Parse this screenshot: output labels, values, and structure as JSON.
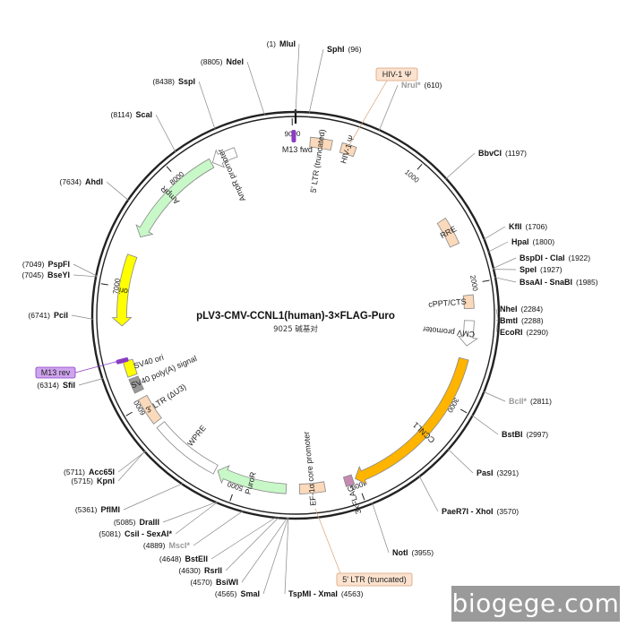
{
  "plasmid": {
    "name": "pLV3-CMV-CCNL1(human)-3×FLAG-Puro",
    "size_label": "9025 碱基对",
    "length": 9025
  },
  "colors": {
    "backbone": "#222222",
    "marker": "#ffb400",
    "ori": "#ffff00",
    "amp": "#c8f7c8",
    "ltr": "#fbd9bb",
    "flag": "#c48ab4",
    "primer": "#8a3cc4",
    "primer_box": "#cfa4ee",
    "gray_feature": "#999999"
  },
  "ticks": [
    {
      "pos": 1000,
      "label": "1000"
    },
    {
      "pos": 2000,
      "label": "2000"
    },
    {
      "pos": 3000,
      "label": "3000"
    },
    {
      "pos": 4000,
      "label": "4000"
    },
    {
      "pos": 5000,
      "label": "5000"
    },
    {
      "pos": 6000,
      "label": "6000"
    },
    {
      "pos": 7000,
      "label": "7000"
    },
    {
      "pos": 8000,
      "label": "8000"
    },
    {
      "pos": 9000,
      "label": "9000"
    }
  ],
  "features": [
    {
      "id": "ltr5",
      "label": "5' LTR (truncated)",
      "start": 120,
      "end": 300,
      "type": "box",
      "color": "#fbd9bb"
    },
    {
      "id": "hiv_psi",
      "label": "HIV-1 Ψ",
      "start": 380,
      "end": 500,
      "type": "box",
      "color": "#fbd9bb"
    },
    {
      "id": "rre",
      "label": "RRE",
      "start": 1430,
      "end": 1660,
      "type": "box",
      "color": "#fbd9bb"
    },
    {
      "id": "cppt",
      "label": "cPPT/CTS",
      "start": 2090,
      "end": 2200,
      "type": "box",
      "color": "#fbd9bb"
    },
    {
      "id": "cmv",
      "label": "CMV promoter",
      "start": 2300,
      "end": 2510,
      "type": "arrow",
      "dir": 1,
      "color": "#ffffff"
    },
    {
      "id": "ccnl1",
      "label": "CCNL1",
      "start": 2620,
      "end": 4010,
      "type": "arrow",
      "dir": 1,
      "color": "#ffb400"
    },
    {
      "id": "flag",
      "label": "3xFLAG",
      "start": 4030,
      "end": 4100,
      "type": "box",
      "color": "#c48ab4"
    },
    {
      "id": "ef1a",
      "label": "EF-1α core promoter",
      "start": 4270,
      "end": 4480,
      "type": "box",
      "color": "#fbd9bb"
    },
    {
      "id": "puror",
      "label": "PuroR",
      "start": 4590,
      "end": 5180,
      "type": "arrow",
      "dir": 1,
      "color": "#c8f7c8"
    },
    {
      "id": "wpre",
      "label": "WPRE",
      "start": 5200,
      "end": 5790,
      "type": "box",
      "color": "#ffffff"
    },
    {
      "id": "ltr3",
      "label": "3' LTR (ΔU3)",
      "start": 5830,
      "end": 6060,
      "type": "box",
      "color": "#fbd9bb"
    },
    {
      "id": "polyA",
      "label": "SV40 poly(A) signal",
      "start": 6120,
      "end": 6240,
      "type": "box",
      "color": "#999999"
    },
    {
      "id": "sv40ori",
      "label": "SV40 ori",
      "start": 6260,
      "end": 6390,
      "type": "box",
      "color": "#ffff00"
    },
    {
      "id": "ori",
      "label": "ori",
      "start": 6680,
      "end": 7270,
      "type": "arrow",
      "dir": -1,
      "color": "#ffff00"
    },
    {
      "id": "ampr",
      "label": "AmpR",
      "start": 7440,
      "end": 8300,
      "type": "arrow",
      "dir": -1,
      "color": "#c8f7c8"
    },
    {
      "id": "amprp",
      "label": "AmpR promoter",
      "start": 8310,
      "end": 8520,
      "type": "arrow",
      "dir": -1,
      "color": "#ffffff"
    }
  ],
  "primers": [
    {
      "id": "m13fwd",
      "label": "M13 fwd",
      "pos": 9010
    },
    {
      "id": "m13rev",
      "label": "M13 rev",
      "pos": 6400
    }
  ],
  "sites": [
    {
      "name": "MluI",
      "pos": "(1)",
      "gray": false
    },
    {
      "name": "SphI",
      "pos": "(96)",
      "gray": false
    },
    {
      "name": "NruI*",
      "pos": "(610)",
      "gray": true
    },
    {
      "name": "BbvCI",
      "pos": "(1197)",
      "gray": false
    },
    {
      "name": "KflI",
      "pos": "(1706)",
      "gray": false
    },
    {
      "name": "HpaI",
      "pos": "(1800)",
      "gray": false
    },
    {
      "name": "BspDI - ClaI",
      "pos": "(1922)",
      "gray": false
    },
    {
      "name": "SpeI",
      "pos": "(1927)",
      "gray": false
    },
    {
      "name": "BsaAI - SnaBI",
      "pos": "(1985)",
      "gray": false
    },
    {
      "name": "NheI",
      "pos": "(2284)",
      "gray": false
    },
    {
      "name": "BmtI",
      "pos": "(2288)",
      "gray": false
    },
    {
      "name": "EcoRI",
      "pos": "(2290)",
      "gray": false
    },
    {
      "name": "BclI*",
      "pos": "(2811)",
      "gray": true
    },
    {
      "name": "BstBI",
      "pos": "(2997)",
      "gray": false
    },
    {
      "name": "PasI",
      "pos": "(3291)",
      "gray": false
    },
    {
      "name": "PaeR7I - XhoI",
      "pos": "(3570)",
      "gray": false
    },
    {
      "name": "NotI",
      "pos": "(3955)",
      "gray": false
    },
    {
      "name": "TspMI - XmaI",
      "pos": "(4563)",
      "gray": false
    },
    {
      "name": "SmaI",
      "pos": "(4565)",
      "gray": false
    },
    {
      "name": "BsiWI",
      "pos": "(4570)",
      "gray": false
    },
    {
      "name": "RsrII",
      "pos": "(4630)",
      "gray": false
    },
    {
      "name": "BstEII",
      "pos": "(4648)",
      "gray": false
    },
    {
      "name": "MscI*",
      "pos": "(4889)",
      "gray": true
    },
    {
      "name": "CsiI - SexAI*",
      "pos": "(5081)",
      "gray": false
    },
    {
      "name": "DraIII",
      "pos": "(5085)",
      "gray": false
    },
    {
      "name": "PflMI",
      "pos": "(5361)",
      "gray": false
    },
    {
      "name": "Acc65I",
      "pos": "(5711)",
      "gray": false
    },
    {
      "name": "KpnI",
      "pos": "(5715)",
      "gray": false
    },
    {
      "name": "SfiI",
      "pos": "(6314)",
      "gray": false
    },
    {
      "name": "PciI",
      "pos": "(6741)",
      "gray": false
    },
    {
      "name": "BseYI",
      "pos": "(7045)",
      "gray": false
    },
    {
      "name": "PspFI",
      "pos": "(7049)",
      "gray": false
    },
    {
      "name": "AhdI",
      "pos": "(7634)",
      "gray": false
    },
    {
      "name": "ScaI",
      "pos": "(8114)",
      "gray": false
    },
    {
      "name": "SspI",
      "pos": "(8438)",
      "gray": false
    },
    {
      "name": "NdeI",
      "pos": "(8805)",
      "gray": false
    }
  ],
  "watermark": "biogege.com"
}
